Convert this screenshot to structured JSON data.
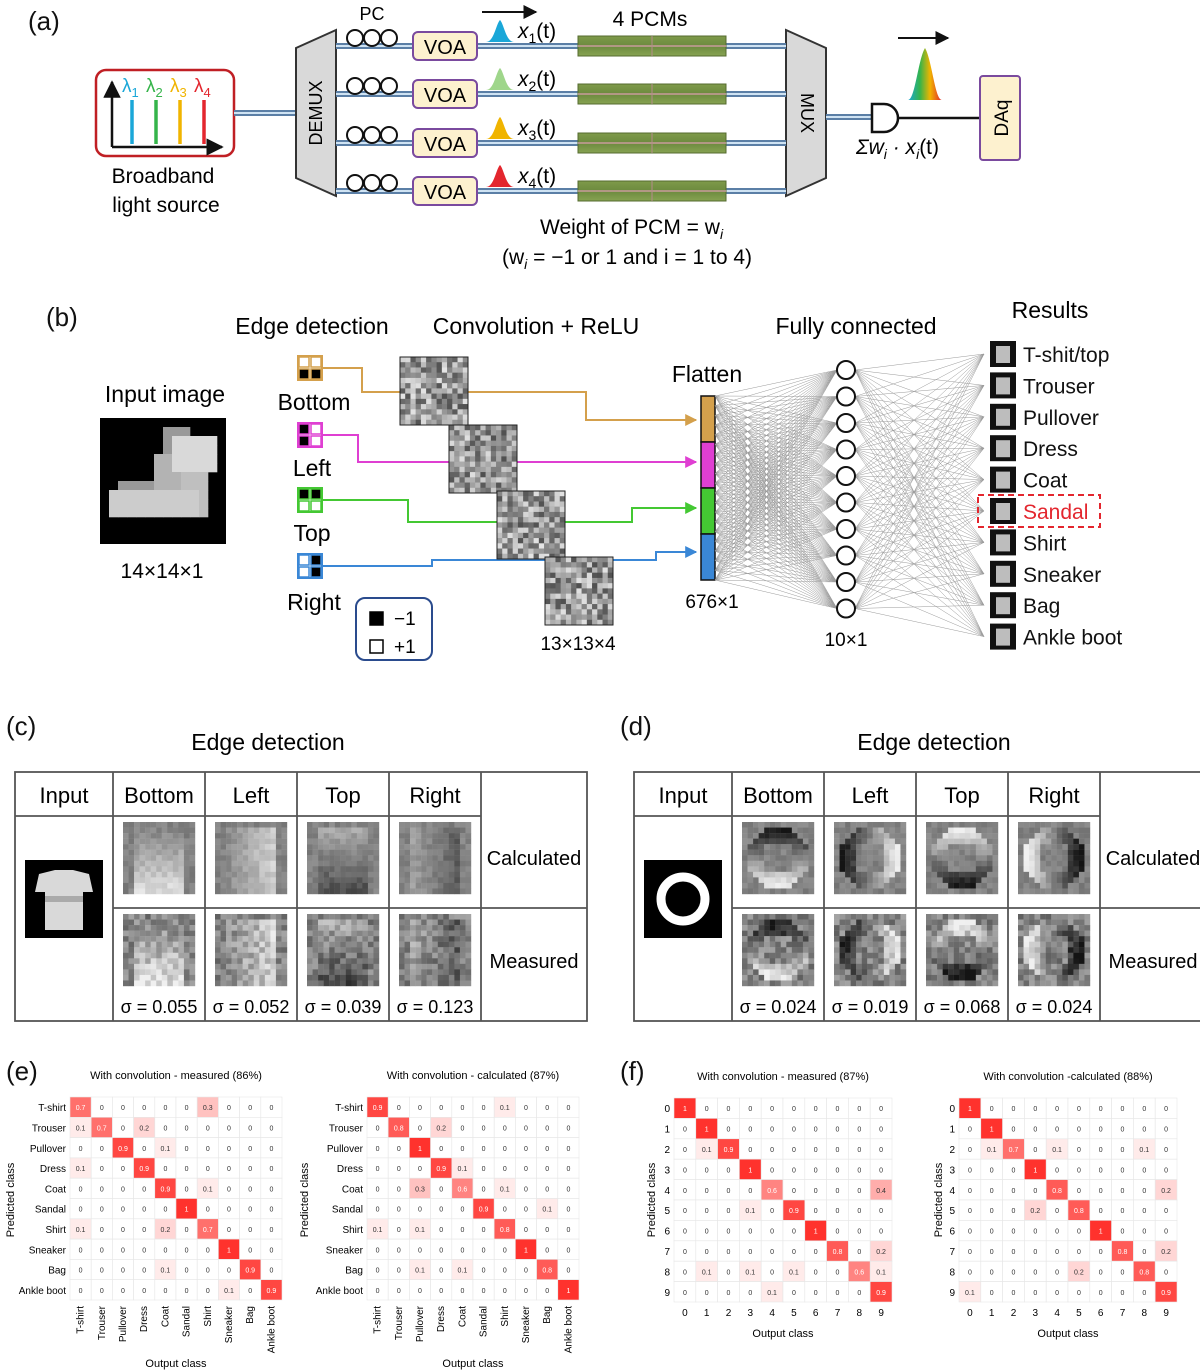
{
  "panel_labels": [
    "(a)",
    "(b)",
    "(c)",
    "(d)",
    "(e)",
    "(f)"
  ],
  "a": {
    "source_lines": [
      "Broadband",
      "light source"
    ],
    "lambdas": [
      {
        "sym": "λ",
        "sub": "1",
        "color": "#1aa7d8"
      },
      {
        "sym": "λ",
        "sub": "2",
        "color": "#35b44a"
      },
      {
        "sym": "λ",
        "sub": "3",
        "color": "#f0b400"
      },
      {
        "sym": "λ",
        "sub": "4",
        "color": "#e3262e"
      }
    ],
    "demux": "DEMUX",
    "mux": "MUX",
    "pc": "PC",
    "voa": "VOA",
    "pcms": "4 PCMs",
    "channels": [
      {
        "x": "x",
        "sub": "1",
        "t": "(t)",
        "color": "#1aa7d8"
      },
      {
        "x": "x",
        "sub": "2",
        "t": "(t)",
        "color": "#9fd68b"
      },
      {
        "x": "x",
        "sub": "3",
        "t": "(t)",
        "color": "#f0b400"
      },
      {
        "x": "x",
        "sub": "4",
        "t": "(t)",
        "color": "#e3262e"
      }
    ],
    "sum": "Σw",
    "sum_sub": "i",
    "sum_rest": " · x",
    "sum_sub2": "i",
    "sum_t": "(t)",
    "daq": "DAq",
    "weight_line1": "Weight of PCM = w",
    "weight_sub": "i",
    "weight_line2_a": "(w",
    "weight_line2_sub": "i",
    "weight_line2_b": " = −1 or 1 and i = 1 to 4)"
  },
  "b": {
    "input_title": "Input image",
    "input_dim": "14×14×1",
    "edge_title": "Edge detection",
    "conv_title": "Convolution + ReLU",
    "fc_title": "Fully connected",
    "results_title": "Results",
    "flatten": "Flatten",
    "flatten_dim": "676×1",
    "conv_dim": "13×13×4",
    "fc_dim": "10×1",
    "kernels": [
      {
        "name": "Bottom",
        "color": "#d4a04c"
      },
      {
        "name": "Left",
        "color": "#df3fd2"
      },
      {
        "name": "Top",
        "color": "#44c833"
      },
      {
        "name": "Right",
        "color": "#3a87d6"
      }
    ],
    "legend": [
      {
        "label": "−1",
        "fill": "#000"
      },
      {
        "label": "+1",
        "fill": "#fff"
      }
    ],
    "results": [
      "T-shit/top",
      "Trouser",
      "Pullover",
      "Dress",
      "Coat",
      "Sandal",
      "Shirt",
      "Sneaker",
      "Bag",
      "Ankle boot"
    ],
    "selected_index": 5,
    "selected_color": "#e3262e"
  },
  "c": {
    "title": "Edge detection",
    "headers": [
      "Input",
      "Bottom",
      "Left",
      "Top",
      "Right"
    ],
    "rows": [
      "Calculated",
      "Measured"
    ],
    "sigmas": [
      "σ = 0.055",
      "σ = 0.052",
      "σ = 0.039",
      "σ = 0.123"
    ]
  },
  "d": {
    "title": "Edge detection",
    "headers": [
      "Input",
      "Bottom",
      "Left",
      "Top",
      "Right"
    ],
    "rows": [
      "Calculated",
      "Measured"
    ],
    "sigmas": [
      "σ = 0.024",
      "σ = 0.019",
      "σ = 0.068",
      "σ = 0.024"
    ]
  },
  "e": {
    "ylabel": "Predicted class",
    "xlabel": "Output class",
    "labels": [
      "T-shirt",
      "Trouser",
      "Pullover",
      "Dress",
      "Coat",
      "Sandal",
      "Shirt",
      "Sneaker",
      "Bag",
      "Ankle boot"
    ],
    "matrices": [
      {
        "title": "With convolution - measured (86%)",
        "values": [
          [
            0.7,
            0,
            0,
            0,
            0,
            0,
            0.3,
            0,
            0,
            0
          ],
          [
            0.1,
            0.7,
            0,
            0.2,
            0,
            0,
            0,
            0,
            0,
            0
          ],
          [
            0,
            0,
            0.9,
            0,
            0.1,
            0,
            0,
            0,
            0,
            0
          ],
          [
            0.1,
            0,
            0,
            0.9,
            0,
            0,
            0,
            0,
            0,
            0
          ],
          [
            0,
            0,
            0,
            0,
            0.9,
            0,
            0.1,
            0,
            0,
            0
          ],
          [
            0,
            0,
            0,
            0,
            0,
            1,
            0,
            0,
            0,
            0
          ],
          [
            0.1,
            0,
            0,
            0,
            0.2,
            0,
            0.7,
            0,
            0,
            0
          ],
          [
            0,
            0,
            0,
            0,
            0,
            0,
            0,
            1,
            0,
            0
          ],
          [
            0,
            0,
            0,
            0,
            0.1,
            0,
            0,
            0,
            0.9,
            0
          ],
          [
            0,
            0,
            0,
            0,
            0,
            0,
            0,
            0.1,
            0,
            0.9
          ]
        ]
      },
      {
        "title": "With convolution - calculated (87%)",
        "values": [
          [
            0.9,
            0,
            0,
            0,
            0,
            0,
            0.1,
            0,
            0,
            0
          ],
          [
            0,
            0.8,
            0,
            0.2,
            0,
            0,
            0,
            0,
            0,
            0
          ],
          [
            0,
            0,
            1,
            0,
            0,
            0,
            0,
            0,
            0,
            0
          ],
          [
            0,
            0,
            0,
            0.9,
            0.1,
            0,
            0,
            0,
            0,
            0
          ],
          [
            0,
            0,
            0.3,
            0,
            0.6,
            0,
            0.1,
            0,
            0,
            0
          ],
          [
            0,
            0,
            0,
            0,
            0,
            0.9,
            0,
            0,
            0.1,
            0
          ],
          [
            0.1,
            0,
            0.1,
            0,
            0,
            0,
            0.8,
            0,
            0,
            0
          ],
          [
            0,
            0,
            0,
            0,
            0,
            0,
            0,
            1,
            0,
            0
          ],
          [
            0,
            0,
            0.1,
            0,
            0.1,
            0,
            0,
            0,
            0.8,
            0
          ],
          [
            0,
            0,
            0,
            0,
            0,
            0,
            0,
            0,
            0,
            1
          ]
        ]
      }
    ]
  },
  "f": {
    "ylabel": "Predicted class",
    "xlabel": "Output class",
    "labels": [
      "0",
      "1",
      "2",
      "3",
      "4",
      "5",
      "6",
      "7",
      "8",
      "9"
    ],
    "matrices": [
      {
        "title": "With convolution - measured (87%)",
        "values": [
          [
            1,
            0,
            0,
            0,
            0,
            0,
            0,
            0,
            0,
            0
          ],
          [
            0,
            1,
            0,
            0,
            0,
            0,
            0,
            0,
            0,
            0
          ],
          [
            0,
            0.1,
            0.9,
            0,
            0,
            0,
            0,
            0,
            0,
            0
          ],
          [
            0,
            0,
            0,
            1,
            0,
            0,
            0,
            0,
            0,
            0
          ],
          [
            0,
            0,
            0,
            0,
            0.6,
            0,
            0,
            0,
            0,
            0.4
          ],
          [
            0,
            0,
            0,
            0.1,
            0,
            0.9,
            0,
            0,
            0,
            0
          ],
          [
            0,
            0,
            0,
            0,
            0,
            0,
            1,
            0,
            0,
            0
          ],
          [
            0,
            0,
            0,
            0,
            0,
            0,
            0,
            0.8,
            0,
            0.2
          ],
          [
            0,
            0.1,
            0,
            0.1,
            0,
            0.1,
            0,
            0,
            0.6,
            0.1
          ],
          [
            0,
            0,
            0,
            0,
            0.1,
            0,
            0,
            0,
            0,
            0.9
          ]
        ]
      },
      {
        "title": "With convolution -calculated (88%)",
        "values": [
          [
            1,
            0,
            0,
            0,
            0,
            0,
            0,
            0,
            0,
            0
          ],
          [
            0,
            1,
            0,
            0,
            0,
            0,
            0,
            0,
            0,
            0
          ],
          [
            0,
            0.1,
            0.7,
            0,
            0.1,
            0,
            0,
            0,
            0.1,
            0
          ],
          [
            0,
            0,
            0,
            1,
            0,
            0,
            0,
            0,
            0,
            0
          ],
          [
            0,
            0,
            0,
            0,
            0.8,
            0,
            0,
            0,
            0,
            0.2
          ],
          [
            0,
            0,
            0,
            0.2,
            0,
            0.8,
            0,
            0,
            0,
            0
          ],
          [
            0,
            0,
            0,
            0,
            0,
            0,
            1,
            0,
            0,
            0
          ],
          [
            0,
            0,
            0,
            0,
            0,
            0,
            0,
            0.8,
            0,
            0.2
          ],
          [
            0,
            0,
            0,
            0,
            0,
            0.2,
            0,
            0,
            0.8,
            0
          ],
          [
            0.1,
            0,
            0,
            0,
            0,
            0,
            0,
            0,
            0,
            0.9
          ]
        ]
      }
    ]
  }
}
